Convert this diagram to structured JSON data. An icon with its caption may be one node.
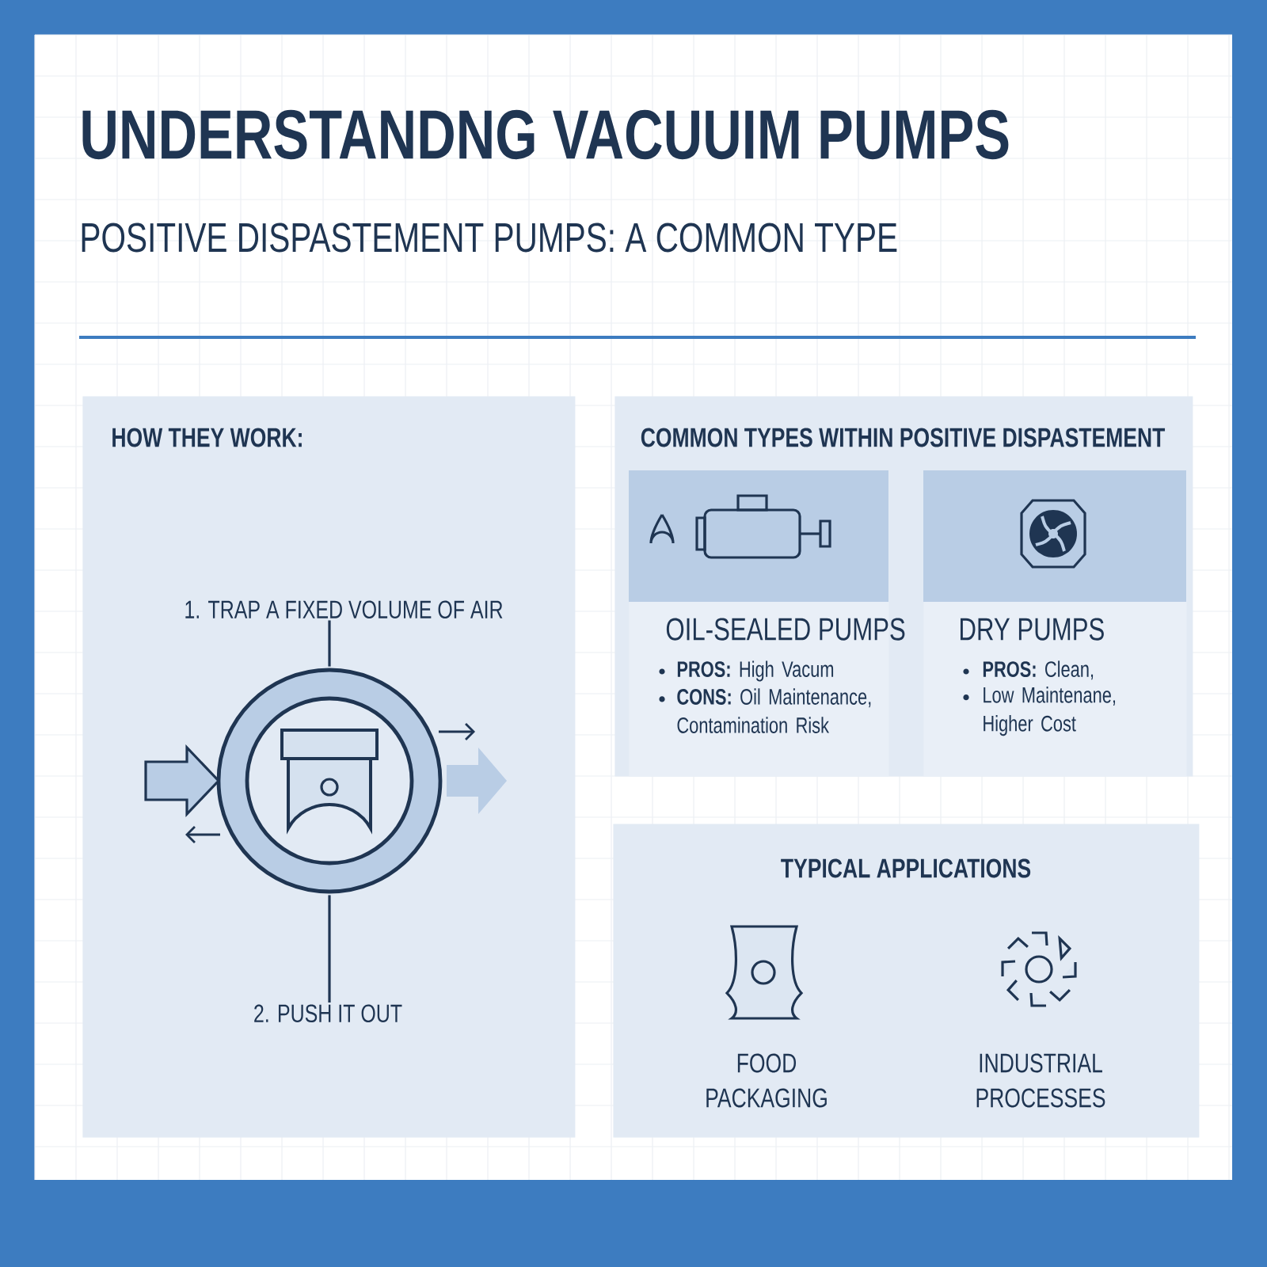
{
  "diagram": {
    "title": "UNDERSTANDNG VACUUIM PUMPS",
    "nodes": [
      {
        "text": [
          "HOW THEY WORK:"
        ]
      },
      {
        "text": [
          "1. TRAP A FIXED VOLUME OF AIR"
        ],
        "in": 0
      },
      {
        "text": [
          "2. PUSH IT OUT"
        ],
        "in": 0
      },
      {
        "text": [],
        "shape": "picture",
        "in": 0
      },
      {
        "text": [
          "COMMON TYPES WITHIN POSITIVE DISPASTEMENT"
        ]
      },
      {
        "text": [
          "OIL-SEALED PUMPS",
          "**PROS:** High Vacum",
          "**CONS:** Oil Maintenance, Contamination Risk"
        ],
        "in": 4
      },
      {
        "text": [
          "DRY PUMPS",
          "**PROS:** Clean,",
          "Low Maintenane, Higher Cost"
        ],
        "in": 4
      },
      {
        "text": [
          "TYPICAL APPLICATIONS",
          "FOOD PACKAGING",
          "INDUSTRIAL PROCESSES"
        ]
      }
    ],
    "edges": [
      {
        "from": 1,
        "to": 3,
        "arrow": "none"
      },
      {
        "from": 2,
        "to": 3,
        "arrow": "none"
      }
    ],
    "labels": [
      "POSITIVE DISPASTEMENT PUMPS: A COMMON TYPE"
    ]
  }
}
